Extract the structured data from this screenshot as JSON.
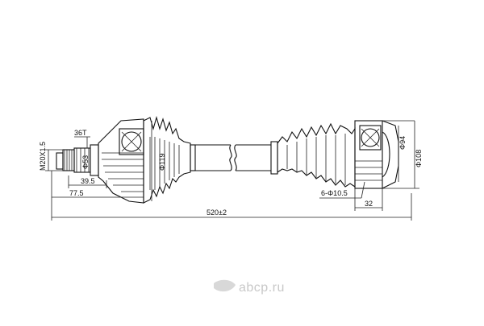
{
  "drawing": {
    "labels": {
      "thread": "M20X1.5",
      "teeth": "36T",
      "d_53": "Φ53",
      "d_119": "Φ119",
      "d_94": "Φ94",
      "d_108": "Φ108",
      "bolts": "6-Φ10.5",
      "len_39_5": "39.5",
      "len_77_5": "77.5",
      "len_32": "32",
      "total": "520±2"
    }
  },
  "watermark": {
    "text": "abcp.ru",
    "color": "#c8c8c8"
  }
}
